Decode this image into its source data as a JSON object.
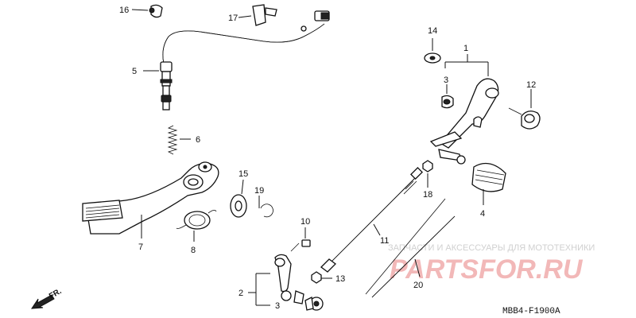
{
  "diagram_code": "MBB4-F1900A",
  "direction_label": "FR.",
  "watermark": {
    "line1": "ЗАПЧАСТИ И АКСЕССУАРЫ ДЛЯ МОТОТЕХНИКИ",
    "logo": "PARTSFOR.RU"
  },
  "callouts": {
    "c1": "1",
    "c2": "2",
    "c3a": "3",
    "c3b": "3",
    "c4": "4",
    "c5": "5",
    "c6": "6",
    "c7": "7",
    "c8": "8",
    "c10": "10",
    "c11": "11",
    "c12": "12",
    "c13": "13",
    "c14": "14",
    "c15": "15",
    "c16": "16",
    "c17": "17",
    "c18": "18",
    "c19": "19",
    "c20": "20"
  }
}
